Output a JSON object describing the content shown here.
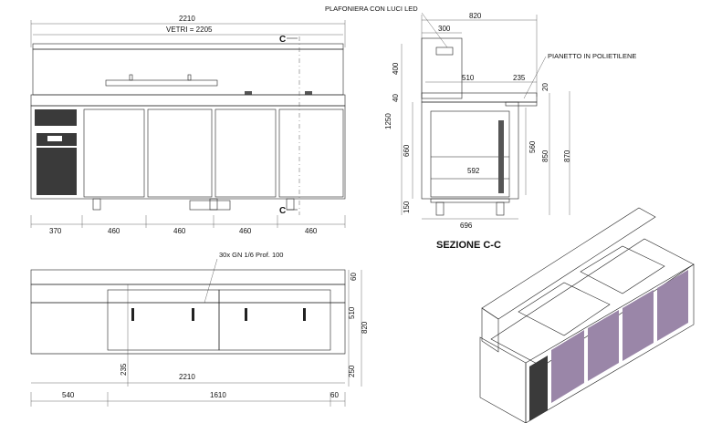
{
  "front_view": {
    "overall_width": "2210",
    "glass_width": "VETRI = 2205",
    "section_marker": "C",
    "bottom_dims": [
      "370",
      "460",
      "460",
      "460",
      "460"
    ]
  },
  "section_view": {
    "led_label": "PLAFONIERA CON LUCI LED",
    "poly_label": "PIANETTO IN POLIETILENE",
    "top_width": "820",
    "lamp_width": "300",
    "inner_width": "510",
    "shelf_width": "235",
    "dim_20": "20",
    "height_400": "400",
    "height_40": "40",
    "height_1250": "1250",
    "height_660": "660",
    "height_560": "560",
    "height_850": "850",
    "height_870": "870",
    "height_150": "150",
    "shelf_inner": "592",
    "depth_696": "696",
    "title": "SEZIONE C-C"
  },
  "top_view": {
    "pans_label": "30x GN 1/6 Prof. 100",
    "overall_width": "2210",
    "left_offset": "540",
    "pan_span": "1610",
    "right_offset": "60",
    "dim_235": "235",
    "dim_250": "250",
    "dim_510": "510",
    "dim_820": "820",
    "dim_60": "60"
  },
  "colors": {
    "panel_purple": "#9a86a8",
    "steel": "#e4e4e4",
    "grille": "#3a3a3a"
  }
}
